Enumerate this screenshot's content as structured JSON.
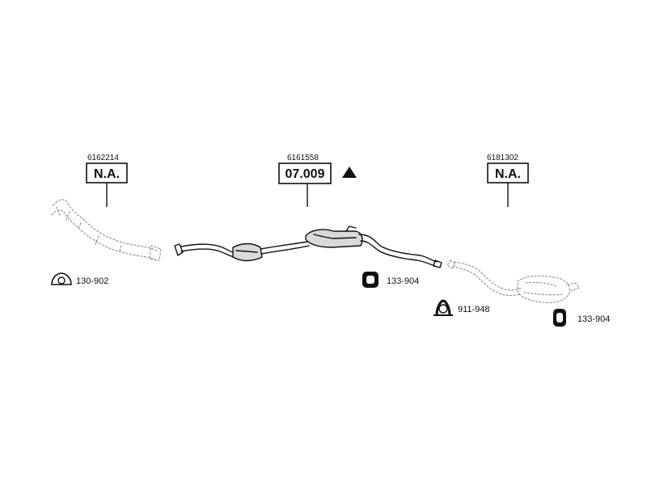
{
  "diagram": {
    "sections": [
      {
        "ref": "6162214",
        "code": "N.A."
      },
      {
        "ref": "6161558",
        "code": "07.009"
      },
      {
        "ref": "6181302",
        "code": "N.A."
      }
    ],
    "parts": [
      {
        "number": "130-902",
        "icon": "gasket-icon"
      },
      {
        "number": "133-904",
        "icon": "rubber-mount-icon"
      },
      {
        "number": "911-948",
        "icon": "pipe-clamp-icon"
      },
      {
        "number": "133-904",
        "icon": "rubber-mount-icon"
      }
    ],
    "marker_icon": "warning-triangle-icon"
  }
}
